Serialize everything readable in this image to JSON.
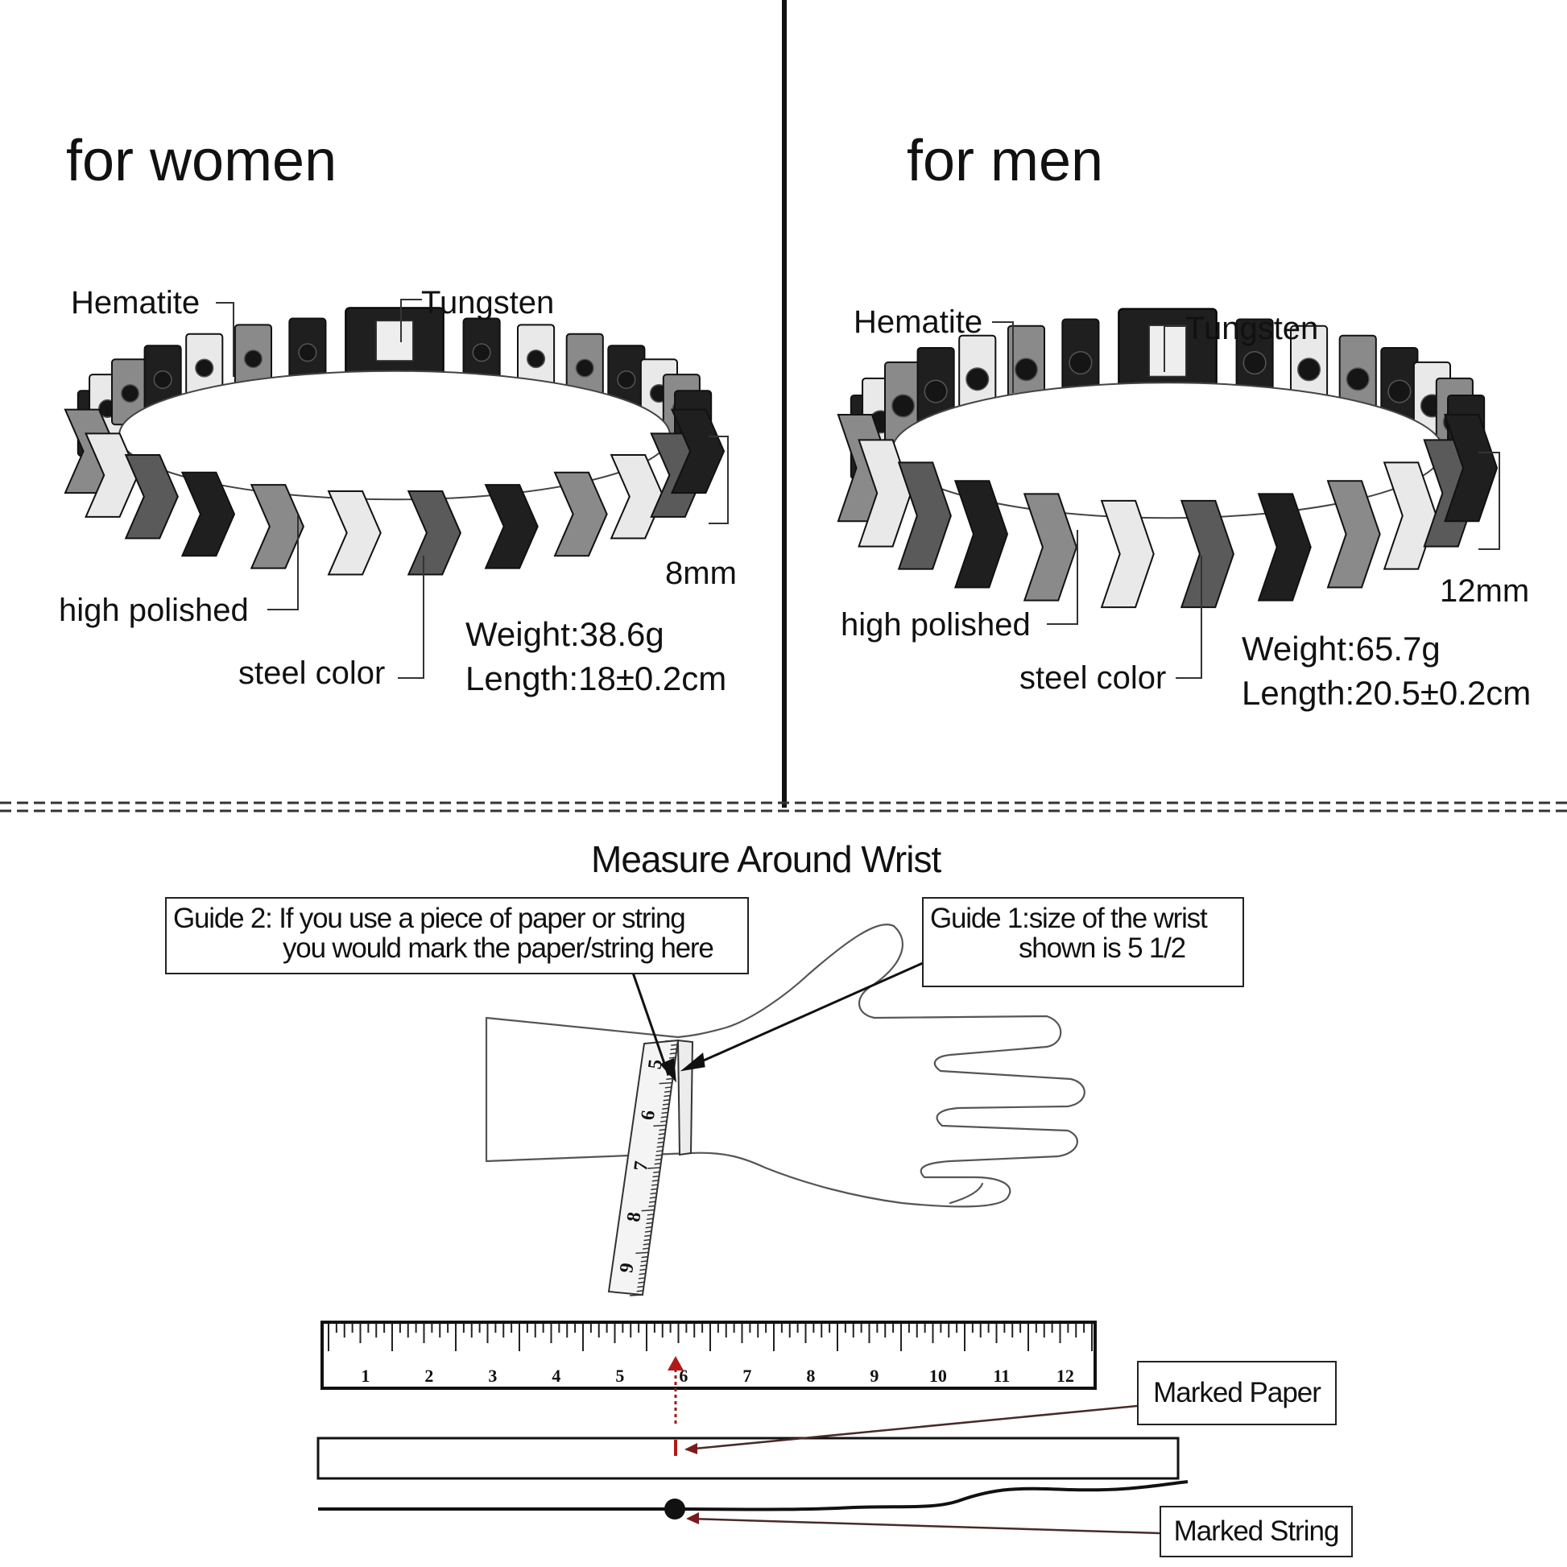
{
  "women": {
    "title": "for women",
    "labels": {
      "hematite": "Hematite",
      "tungsten": "Tungsten",
      "high_polished": "high polished",
      "steel_color": "steel color"
    },
    "width": "8mm",
    "weight": "Weight:38.6g",
    "length": "Length:18±0.2cm"
  },
  "men": {
    "title": "for men",
    "labels": {
      "hematite": "Hematite",
      "tungsten": "Tungsten",
      "high_polished": "high polished",
      "steel_color": "steel color"
    },
    "width": "12mm",
    "weight": "Weight:65.7g",
    "length": "Length:20.5±0.2cm"
  },
  "measure": {
    "heading": "Measure Around Wrist",
    "guide2": {
      "line1": "Guide 2: If you use a piece of paper or string",
      "line2": "you would mark the paper/string here"
    },
    "guide1": {
      "line1": "Guide 1:size of the wrist",
      "line2": "shown is 5 1/2"
    },
    "tape_numbers": [
      "5",
      "6",
      "7",
      "8",
      "9"
    ],
    "ruler_numbers": [
      "1",
      "2",
      "3",
      "4",
      "5",
      "6",
      "7",
      "8",
      "9",
      "10",
      "11",
      "12"
    ],
    "marked_paper": "Marked Paper",
    "marked_string": "Marked String"
  },
  "colors": {
    "line": "#111111",
    "marker": "#9b1b1b",
    "tungsten": "#1f1f1f",
    "polished": "#e9e9e9",
    "steel": "#8a8a8a"
  }
}
